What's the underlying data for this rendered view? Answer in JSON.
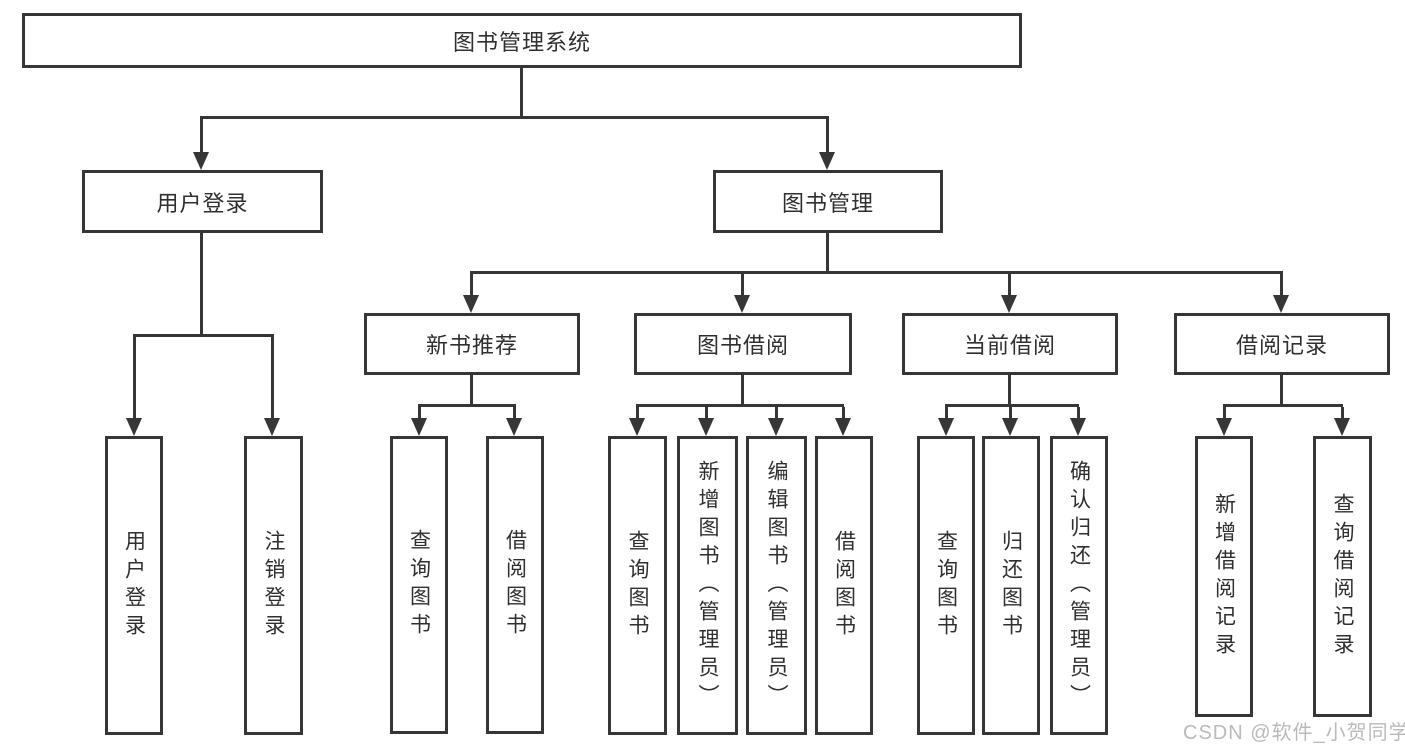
{
  "tree": {
    "label": "图书管理系统",
    "children": [
      {
        "label": "用户登录",
        "children": [
          {
            "label": "用户登录"
          },
          {
            "label": "注销登录"
          }
        ]
      },
      {
        "label": "图书管理",
        "children": [
          {
            "label": "新书推荐",
            "children": [
              {
                "label": "查询图书"
              },
              {
                "label": "借阅图书"
              }
            ]
          },
          {
            "label": "图书借阅",
            "children": [
              {
                "label": "查询图书"
              },
              {
                "label": "新增图书（管理员）"
              },
              {
                "label": "编辑图书（管理员）"
              },
              {
                "label": "借阅图书"
              }
            ]
          },
          {
            "label": "当前借阅",
            "children": [
              {
                "label": "查询图书"
              },
              {
                "label": "归还图书"
              },
              {
                "label": "确认归还（管理员）"
              }
            ]
          },
          {
            "label": "借阅记录",
            "children": [
              {
                "label": "新增借阅记录"
              },
              {
                "label": "查询借阅记录"
              }
            ]
          }
        ]
      }
    ]
  },
  "watermark": {
    "text": "CSDN @软件_小贺同学"
  },
  "colors": {
    "line": "#363636",
    "text": "#2f2f2f",
    "watermark": "#b5b5b5",
    "background": "#ffffff"
  }
}
